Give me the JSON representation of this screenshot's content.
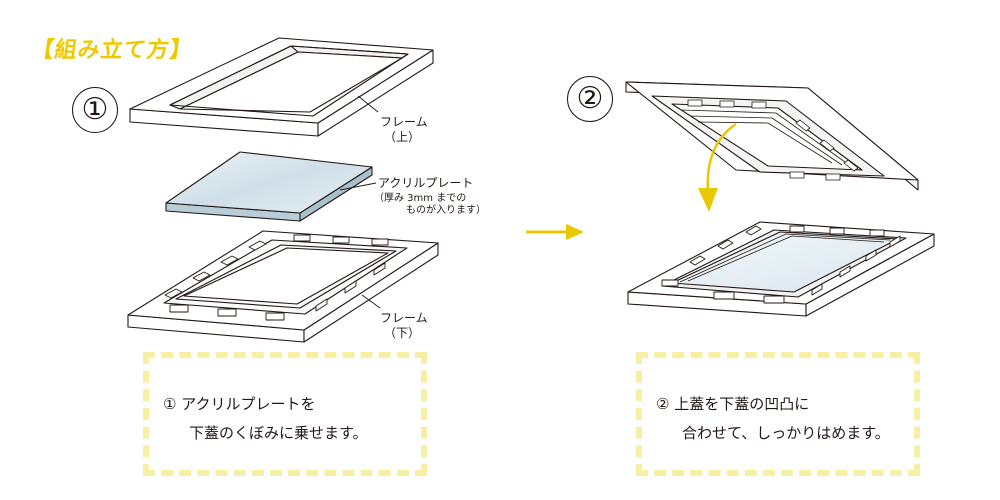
{
  "heading": "【組み立て方】",
  "steps": [
    {
      "number": "①",
      "labels": {
        "frame_top": [
          "フレーム",
          "（上）"
        ],
        "acrylic": [
          "アクリルプレート"
        ],
        "acrylic_note": [
          "（厚み 3mm までの",
          "ものが入ります）"
        ],
        "frame_bottom": [
          "フレーム",
          "（下）"
        ]
      },
      "note": [
        "① アクリルプレートを",
        "下蓋のくぼみに乗せます。"
      ]
    },
    {
      "number": "②",
      "note": [
        "② 上蓋を下蓋の凹凸に",
        "合わせて、しっかりはめます。"
      ]
    }
  ],
  "colors": {
    "accent_yellow": "#f0c800",
    "arrow_yellow": "#e8c800",
    "dashed_border": "#f6efa4",
    "line": "#231815",
    "acrylic_fill": "#dfe9ef",
    "glass_fill": "#e9f2f6"
  },
  "icons": [
    "right-arrow-icon",
    "down-curve-arrow-icon"
  ]
}
